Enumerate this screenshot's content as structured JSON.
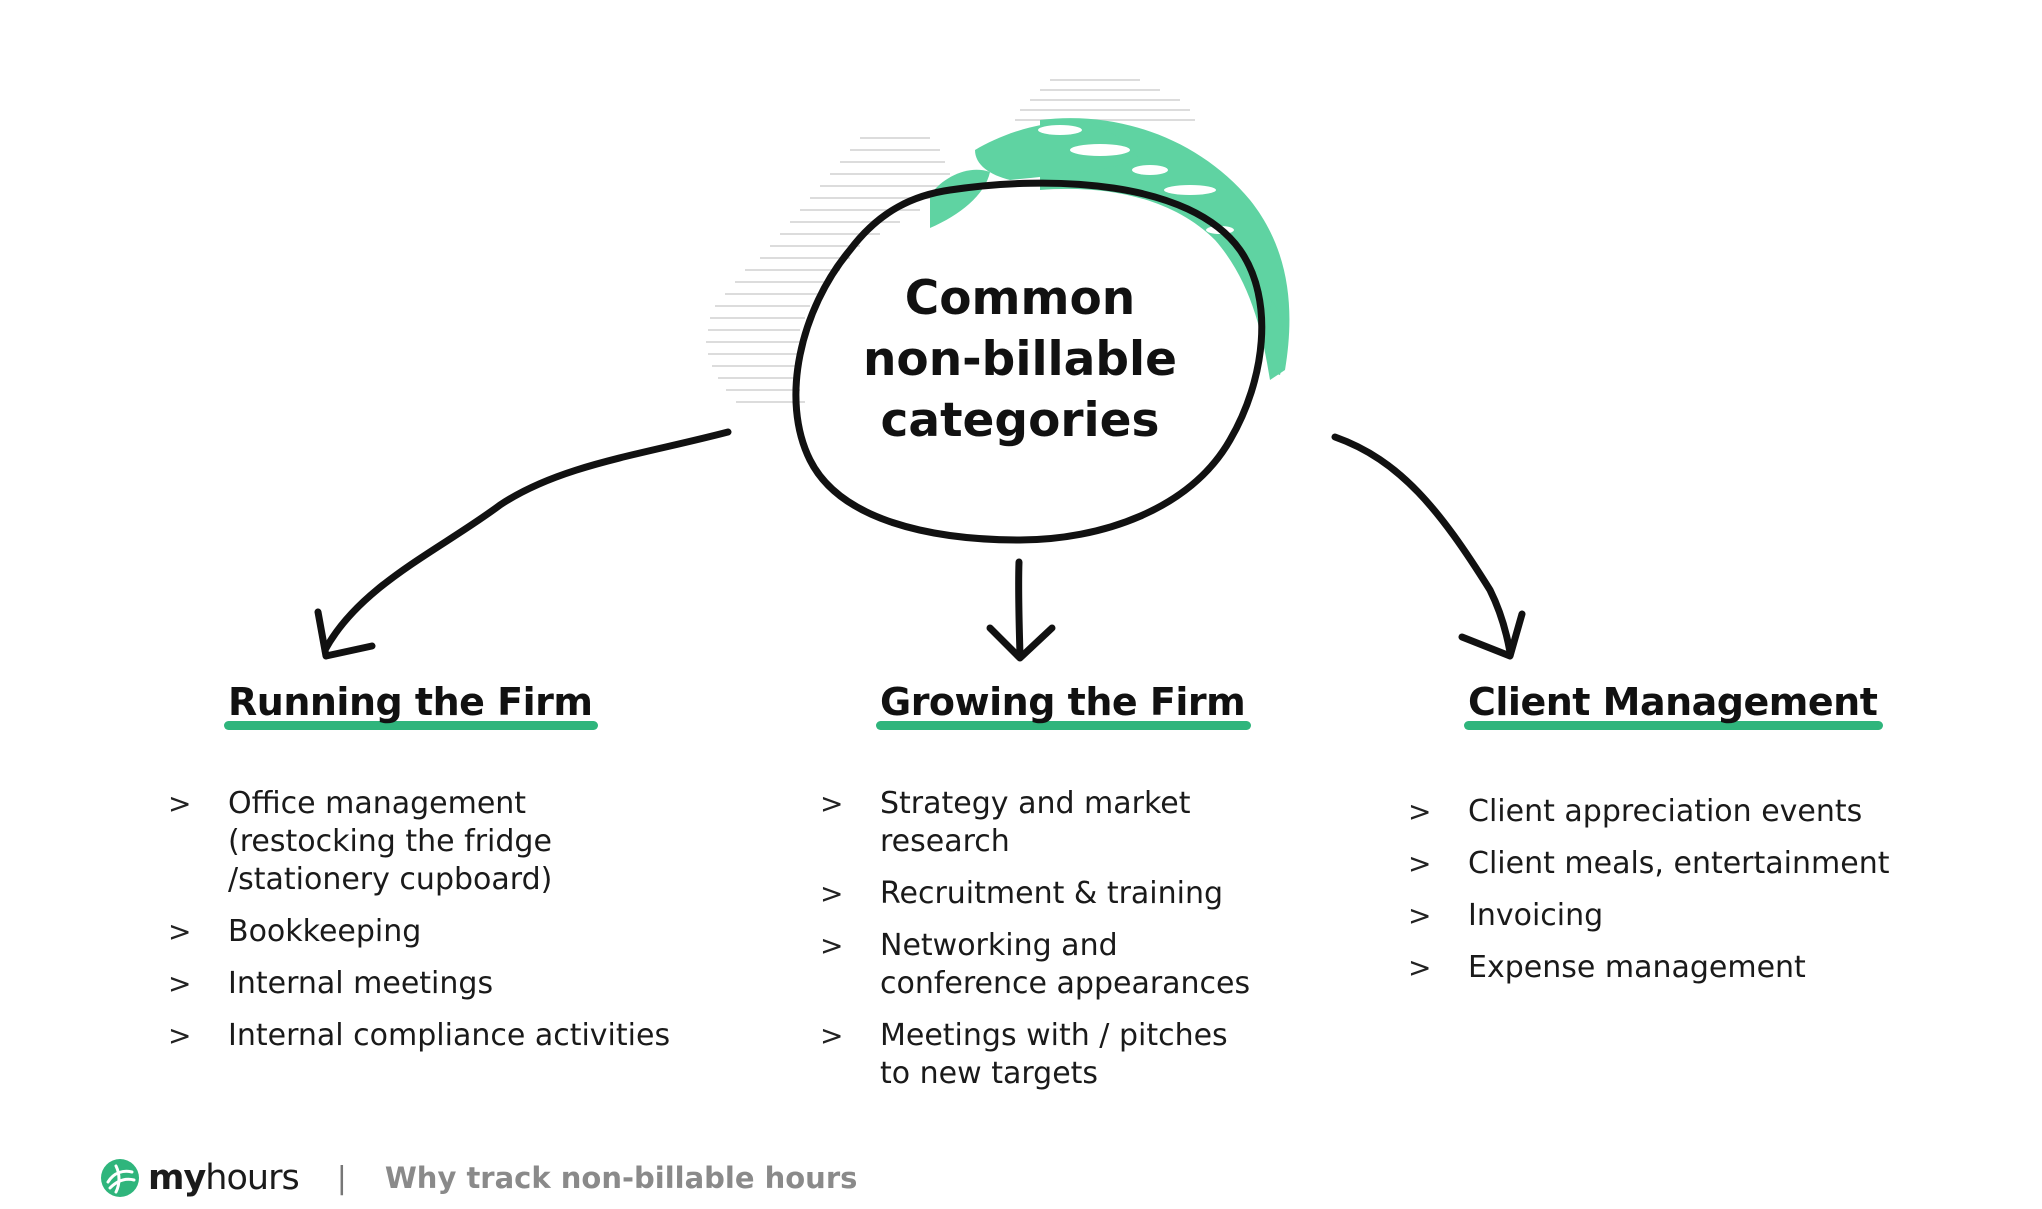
{
  "center": {
    "lines": [
      "Common",
      "non-billable",
      "categories"
    ]
  },
  "columns": [
    {
      "heading": "Running the Firm",
      "items": [
        "Office management\n(restocking the fridge\n/stationery cupboard)",
        "Bookkeeping",
        "Internal meetings",
        "Internal compliance activities"
      ]
    },
    {
      "heading": "Growing the Firm",
      "items": [
        "Strategy and market\nresearch",
        "Recruitment & training",
        "Networking and\nconference appearances",
        "Meetings with / pitches\nto new targets"
      ]
    },
    {
      "heading": "Client Management",
      "items": [
        "Client appreciation events",
        "Client meals, entertainment",
        "Invoicing",
        "Expense management"
      ]
    }
  ],
  "bullet_glyph": ">",
  "footer": {
    "brand_bold": "my",
    "brand_regular": "hours",
    "separator": "|",
    "tagline": "Why track non-billable hours"
  },
  "colors": {
    "accent_green": "#2fb57c",
    "globe_green": "#5fd3a2",
    "ink": "#111111",
    "muted": "#8a8a8a"
  }
}
